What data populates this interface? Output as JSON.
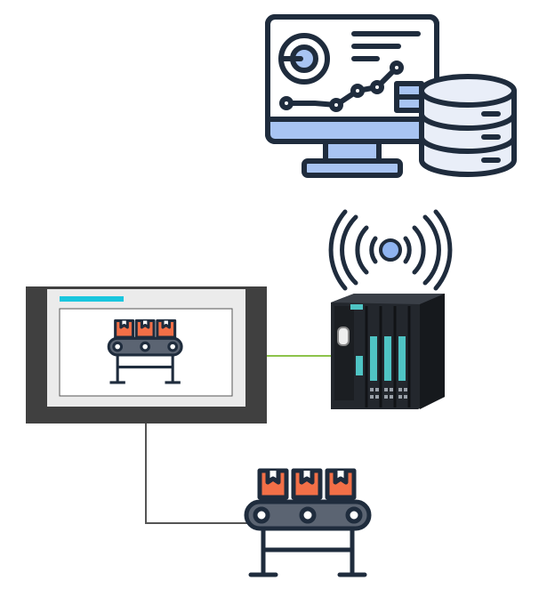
{
  "diagram": {
    "nodes": [
      {
        "id": "monitoring-server",
        "icon": "dashboard-monitor-with-database-icon"
      },
      {
        "id": "wireless-signal",
        "icon": "wireless-signal-icon"
      },
      {
        "id": "plc",
        "icon": "plc-controller-icon"
      },
      {
        "id": "hmi-panel",
        "icon": "hmi-touch-panel-icon"
      },
      {
        "id": "conveyor",
        "icon": "conveyor-belt-with-boxes-icon"
      }
    ],
    "connections": [
      {
        "from": "hmi-panel",
        "to": "plc",
        "color": "#8cc34a"
      },
      {
        "from": "hmi-panel",
        "to": "conveyor",
        "color": "#555555"
      }
    ]
  },
  "colors": {
    "outline": "#1f2c3d",
    "monitor_screen": "#ffffff",
    "monitor_bezel": "#a8c4f2",
    "database_fill": "#e9eef8",
    "box_fill": "#f26f47",
    "box_tape": "#ffffff",
    "belt": "#5b6472",
    "hmi_frame": "#404040",
    "hmi_screen": "#ebebeb",
    "hmi_header_bar": "#19c6de",
    "plc_body": "#23272d",
    "plc_accent": "#4fc4c4",
    "wifi": "#1f2c3d",
    "wifi_dot": "#8fb4f0"
  }
}
